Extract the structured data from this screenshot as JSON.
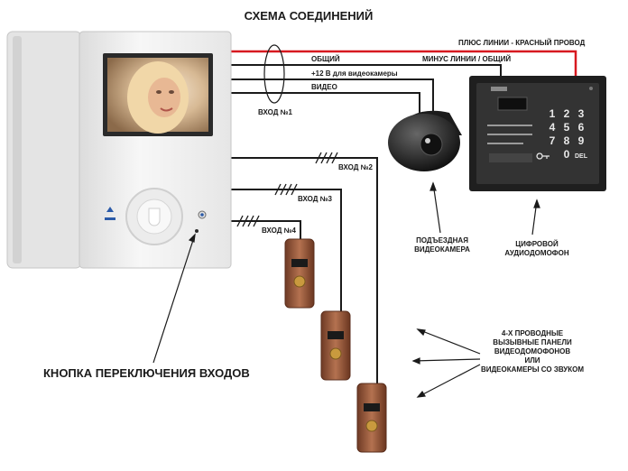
{
  "title": "СХЕМА СОЕДИНЕНИЙ",
  "wires": {
    "plus": "ПЛЮС ЛИНИИ - КРАСНЫЙ ПРОВОД",
    "minus": "МИНУС ЛИНИИ / ОБЩИЙ",
    "common": "ОБЩИЙ",
    "power": "+12 В для видеокамеры",
    "video": "ВИДЕО"
  },
  "inputs": {
    "in1": "ВХОД №1",
    "in2": "ВХОД №2",
    "in3": "ВХОД №3",
    "in4": "ВХОД №4"
  },
  "captions": {
    "camera": [
      "ПОДЪЕЗДНАЯ",
      "ВИДЕОКАМЕРА"
    ],
    "intercom": [
      "ЦИФРОВОЙ",
      "АУДИОДОМОФОН"
    ],
    "panels": [
      "4-Х ПРОВОДНЫЕ",
      "ВЫЗЫВНЫЕ ПАНЕЛИ",
      "ВИДЕОДОМОФОНОВ",
      "ИЛИ",
      "ВИДЕОКАМЕРЫ СО ЗВУКОМ"
    ],
    "switch_button": "КНОПКА ПЕРЕКЛЮЧЕНИЯ ВХОДОВ"
  },
  "intercom_keypad": [
    "1",
    "2",
    "3",
    "4",
    "5",
    "6",
    "7",
    "8",
    "9",
    "0",
    "DEL"
  ],
  "colors": {
    "plus_wire": "#d71920",
    "wire": "#1a1a1a",
    "monitor_body": "#f2f2f2",
    "intercom_body": "#2b2b2b",
    "panel_copper": "#9c5a3c"
  }
}
